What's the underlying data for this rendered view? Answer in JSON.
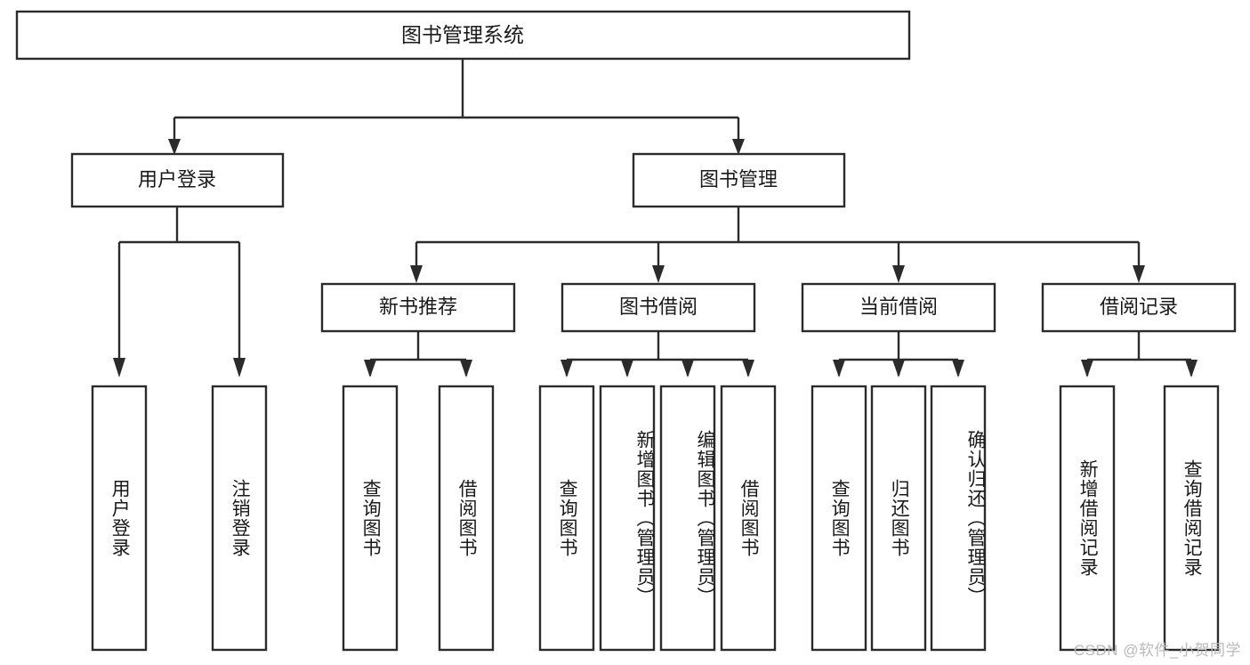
{
  "diagram": {
    "title": "图书管理系统",
    "type": "tree-hierarchy-chart",
    "root": {
      "label": "图书管理系统"
    },
    "level2": [
      {
        "label": "用户登录"
      },
      {
        "label": "图书管理"
      }
    ],
    "level3": [
      {
        "label": "新书推荐"
      },
      {
        "label": "图书借阅"
      },
      {
        "label": "当前借阅"
      },
      {
        "label": "借阅记录"
      }
    ],
    "leaves": {
      "user_login": [
        {
          "label": "用户登录"
        },
        {
          "label": "注销登录"
        }
      ],
      "new_book_recommend": [
        {
          "label": "查询图书"
        },
        {
          "label": "借阅图书"
        }
      ],
      "book_borrow": [
        {
          "label": "查询图书"
        },
        {
          "label": "新增图书（管理员）"
        },
        {
          "label": "编辑图书（管理员）"
        },
        {
          "label": "借阅图书"
        }
      ],
      "current_borrow": [
        {
          "label": "查询图书"
        },
        {
          "label": "归还图书"
        },
        {
          "label": "确认归还（管理员）"
        }
      ],
      "borrow_record": [
        {
          "label": "新增借阅记录"
        },
        {
          "label": "查询借阅记录"
        }
      ]
    }
  },
  "watermark": {
    "text": "CSDN @软件_小贺同学"
  },
  "colors": {
    "background": "#ffffff",
    "stroke": "#2b2b2b",
    "text": "#1a1a1a",
    "watermark": "#b9b9b9"
  }
}
